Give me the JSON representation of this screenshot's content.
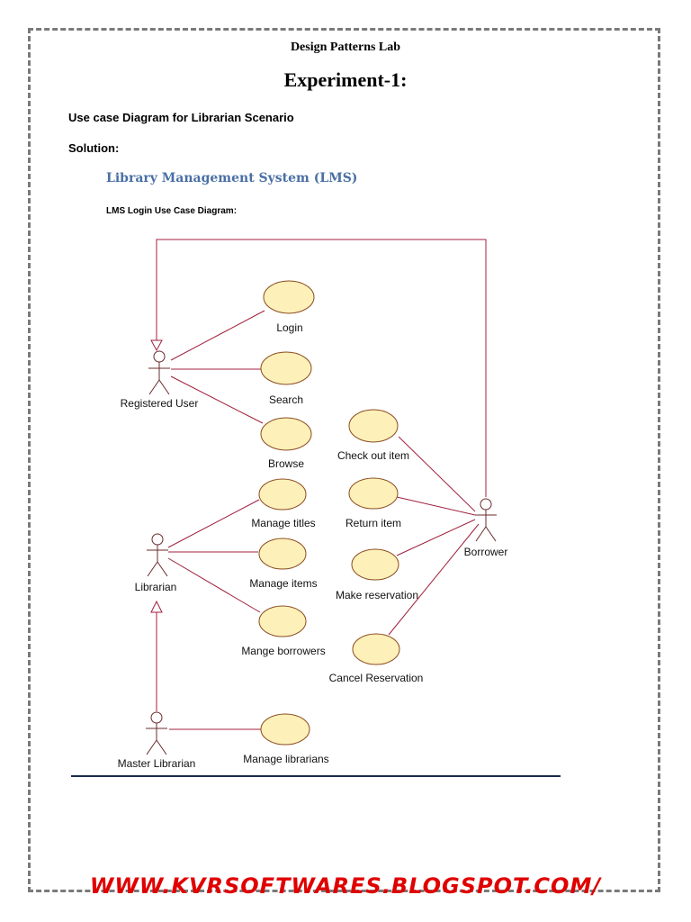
{
  "header": {
    "lab": "Design Patterns Lab",
    "experiment": "Experiment-1:"
  },
  "body": {
    "caption": "Use case Diagram for Librarian  Scenario",
    "solution": "Solution:",
    "system_title": "Library Management System (LMS)",
    "diagram_caption": "LMS Login Use Case Diagram:"
  },
  "diagram": {
    "actors": {
      "registered_user": "Registered User",
      "librarian": "Librarian",
      "master_librarian": "Master Librarian",
      "borrower": "Borrower"
    },
    "use_cases": {
      "login": "Login",
      "search": "Search",
      "browse": "Browse",
      "manage_titles": "Manage titles",
      "manage_items": "Manage items",
      "mange_borrowers": "Mange borrowers",
      "manage_librarians": "Manage librarians",
      "check_out_item": "Check out item",
      "return_item": "Return item",
      "make_reservation": "Make reservation",
      "cancel_reservation": "Cancel Reservation"
    },
    "colors": {
      "line": "#a0203c",
      "ellipse_fill": "#fdf0b8",
      "ellipse_stroke": "#8a4b1f",
      "actor": "#6b2b2b"
    }
  },
  "footer": {
    "url": "WWW.KVRSOFTWARES.BLOGSPOT.COM/"
  }
}
